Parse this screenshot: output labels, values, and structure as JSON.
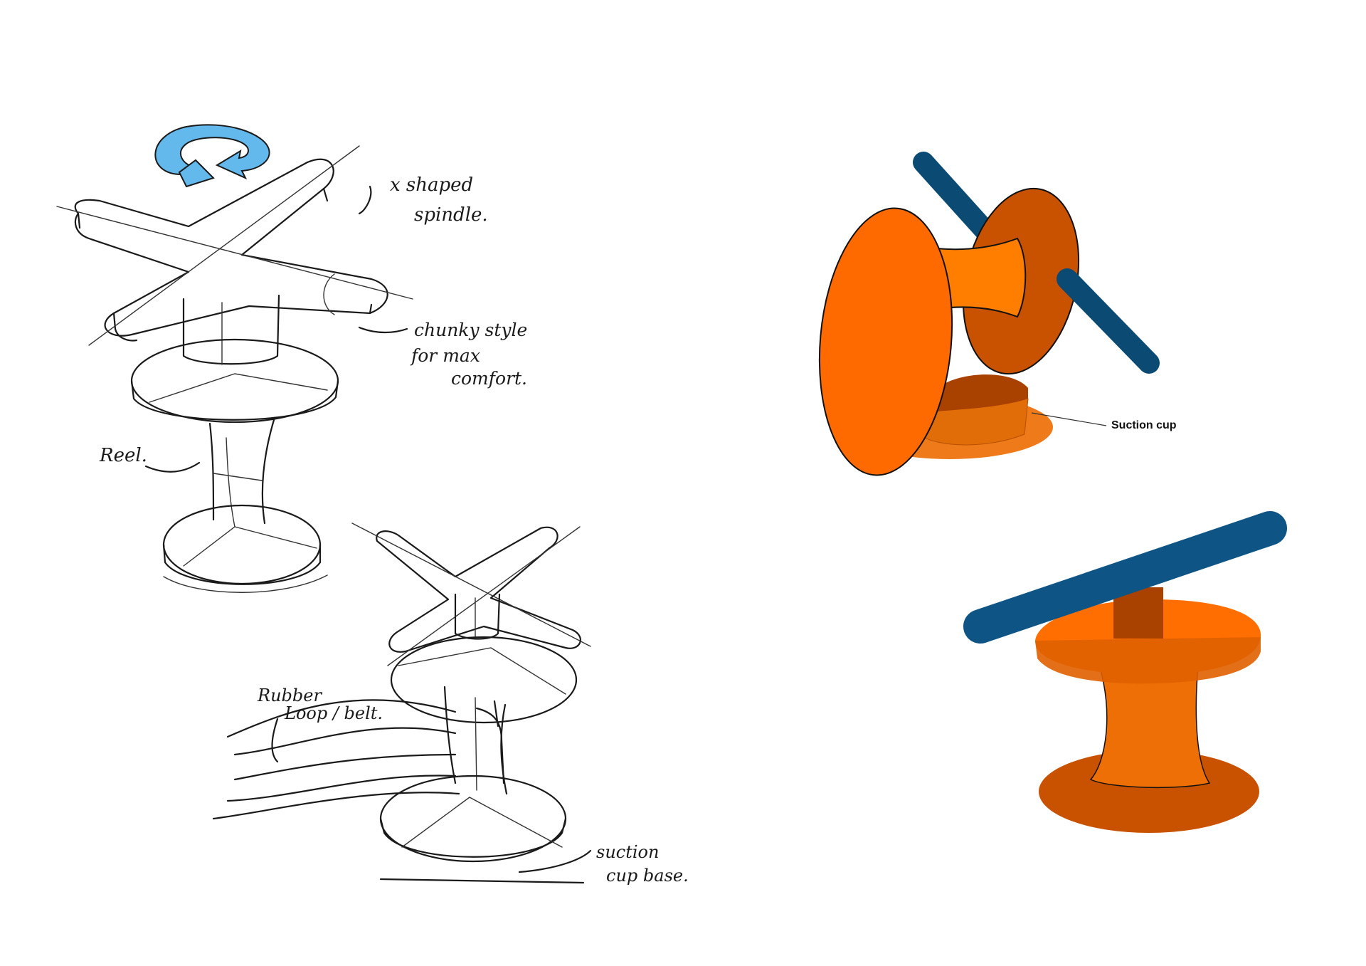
{
  "sketch": {
    "annotations": {
      "x_spindle_line1": "x shaped",
      "x_spindle_line2": "spindle.",
      "chunky_line1": "chunky style",
      "chunky_line2": "for max",
      "chunky_line3": "comfort.",
      "reel": "Reel.",
      "rubber_line1": "Rubber",
      "rubber_line2": "Loop / belt.",
      "suction_line1": "suction",
      "suction_line2": "cup base."
    },
    "rotation_arrow_color": "#63b8ec",
    "rotation_icon": "rotate-arrow-icon"
  },
  "render": {
    "suction_cup_label": "Suction cup",
    "colors": {
      "orange_light": "#ff6a00",
      "orange_mid": "#ee6f05",
      "orange_dark": "#c85200",
      "orange_shadow": "#a94100",
      "navy_rod": "#0a4a73",
      "blue_rod": "#0f5a8c"
    }
  }
}
